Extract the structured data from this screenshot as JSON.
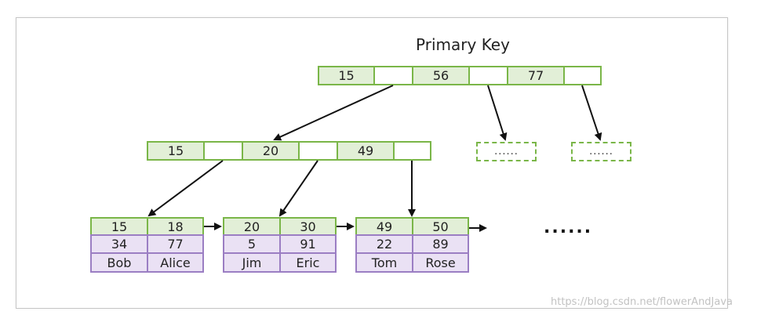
{
  "title": "Primary Key",
  "root": {
    "keys": [
      "15",
      "56",
      "77"
    ]
  },
  "internal": {
    "keys": [
      "15",
      "20",
      "49"
    ]
  },
  "placeholders": [
    "......",
    "......"
  ],
  "leaves": [
    {
      "keys": [
        "15",
        "18"
      ],
      "ages": [
        "34",
        "77"
      ],
      "names": [
        "Bob",
        "Alice"
      ]
    },
    {
      "keys": [
        "20",
        "30"
      ],
      "ages": [
        "5",
        "91"
      ],
      "names": [
        "Jim",
        "Eric"
      ]
    },
    {
      "keys": [
        "49",
        "50"
      ],
      "ages": [
        "22",
        "89"
      ],
      "names": [
        "Tom",
        "Rose"
      ]
    }
  ],
  "more": "......",
  "watermark": "https://blog.csdn.net/flowerAndJava",
  "colors": {
    "key_fill": "#e2efd7",
    "node_border": "#7ab648",
    "leaf_row_fill": "#eae1f4",
    "leaf_row_border": "#9b7ec3",
    "arrow": "#111111"
  }
}
